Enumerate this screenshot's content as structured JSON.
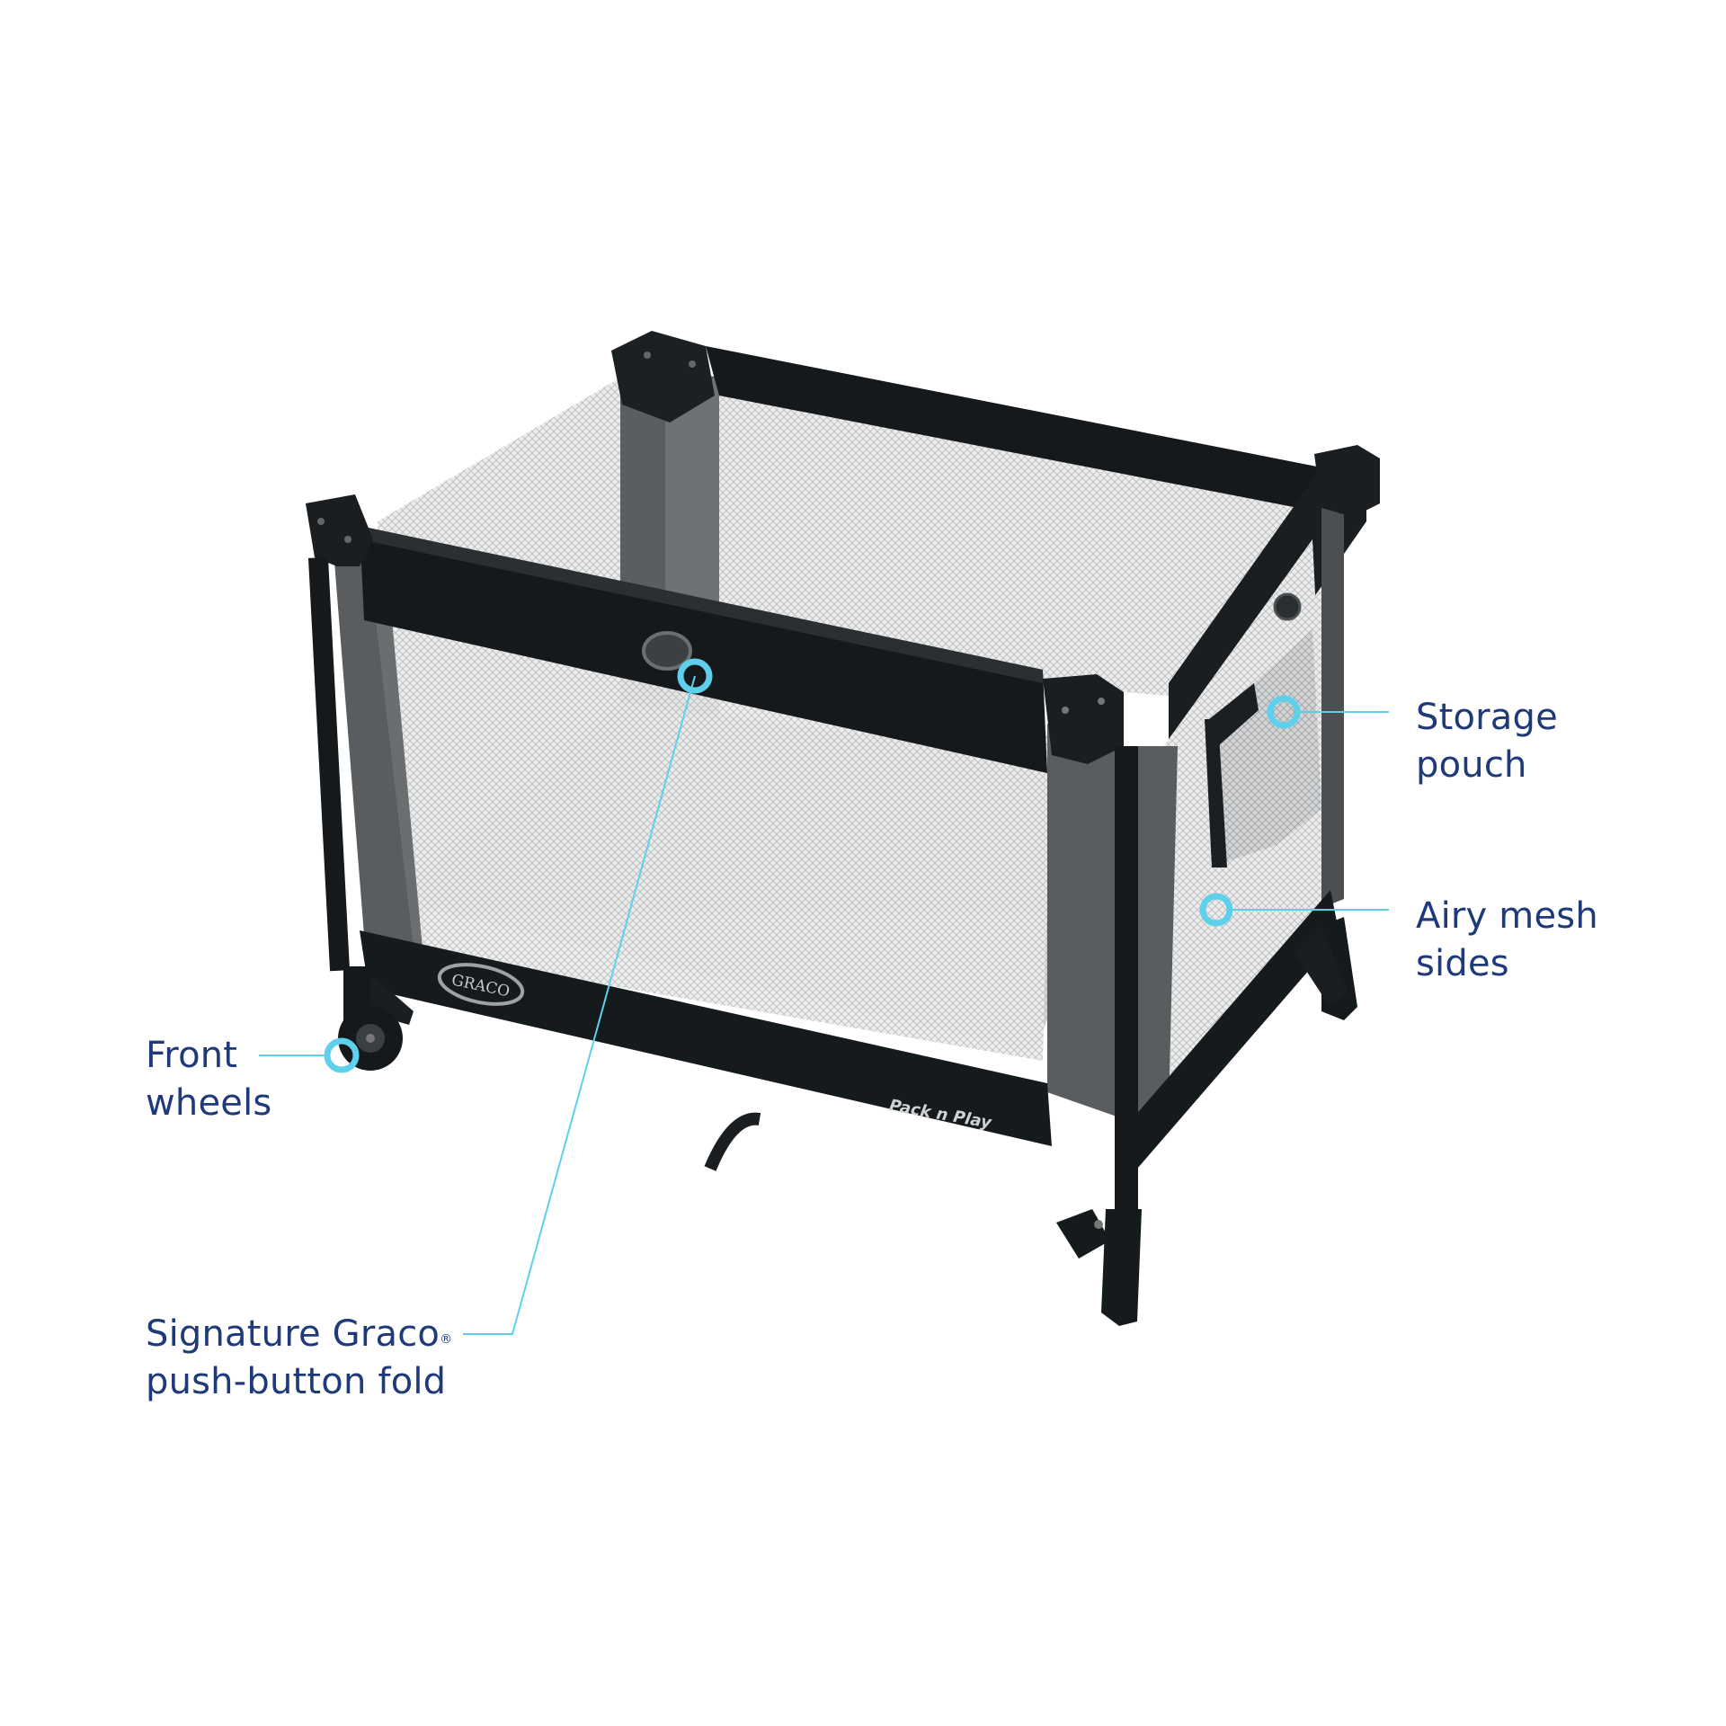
{
  "colors": {
    "callout_text": "#1f3a7a",
    "callout_line": "#5fd0ec",
    "frame": "#151a1c",
    "panel_gray": "#5a5d5f",
    "mesh": "#d7d9da"
  },
  "callouts": {
    "storage_pouch": {
      "line1": "Storage",
      "line2": "pouch"
    },
    "airy_mesh": {
      "line1": "Airy mesh",
      "line2": "sides"
    },
    "front_wheels": {
      "line1": "Front",
      "line2": "wheels"
    },
    "fold": {
      "line1": "Signature Graco",
      "registered": "®",
      "line2": "push-button fold"
    }
  },
  "product": {
    "brand_logo": "GRACO",
    "model_logo": "Pack n Play"
  }
}
